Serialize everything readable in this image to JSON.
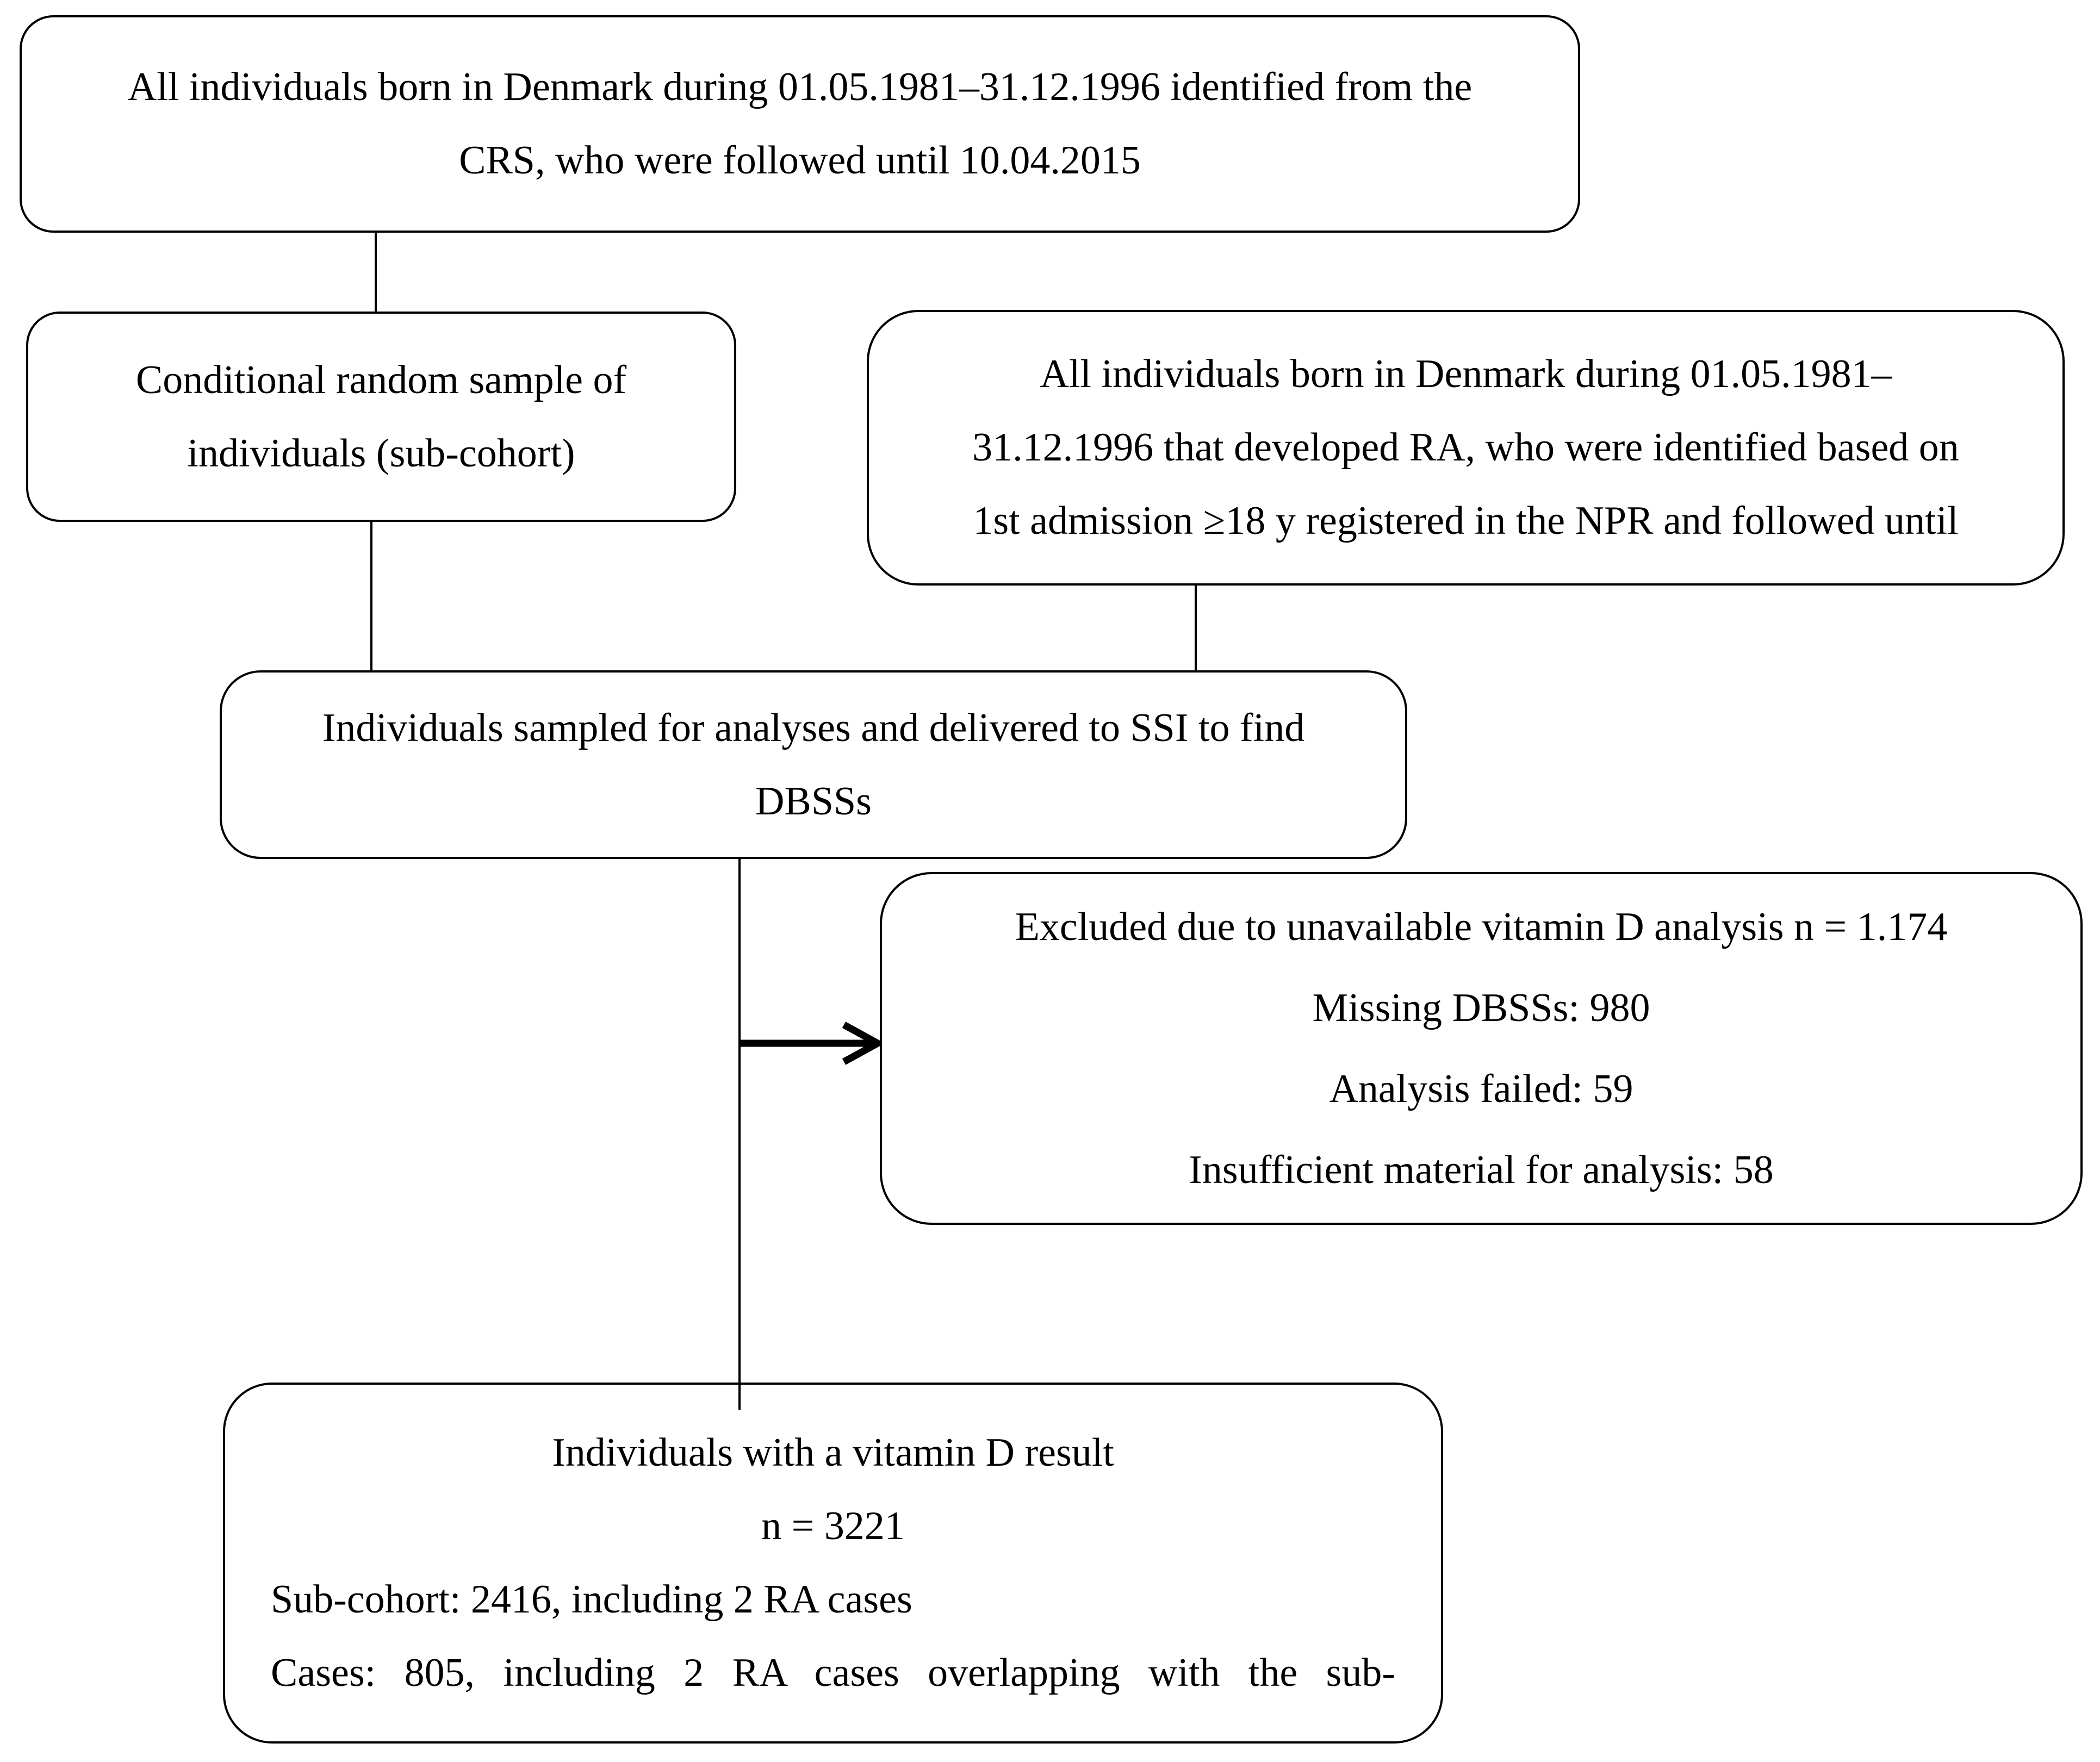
{
  "meta": {
    "background_color": "#ffffff",
    "line_color": "#000000",
    "text_color": "#000000"
  },
  "boxes": {
    "top": {
      "lines": [
        "All individuals born in Denmark during 01.05.1981–31.12.1996 identified from the",
        "CRS, who were followed until 10.04.2015"
      ]
    },
    "subcohort": {
      "lines": [
        "Conditional random sample of",
        "individuals (sub-cohort)"
      ]
    },
    "ra": {
      "lines": [
        "All individuals born in Denmark during 01.05.1981–",
        "31.12.1996 that developed RA, who were identified based on",
        "1st admission ≥18 y registered in the NPR and followed until"
      ]
    },
    "ssi": {
      "lines": [
        "Individuals sampled for analyses and delivered to SSI to find",
        "DBSSs"
      ]
    },
    "excluded": {
      "lines": [
        "Excluded due to unavailable vitamin D analysis n = 1.174",
        "Missing DBSSs: 980",
        "Analysis failed: 59",
        "Insufficient material for analysis: 58"
      ]
    },
    "result": {
      "lines": [
        "Individuals with a vitamin D result",
        "n = 3221",
        "Sub-cohort: 2416, including 2 RA cases",
        "Cases: 805, including 2 RA cases overlapping with the sub-"
      ]
    }
  }
}
